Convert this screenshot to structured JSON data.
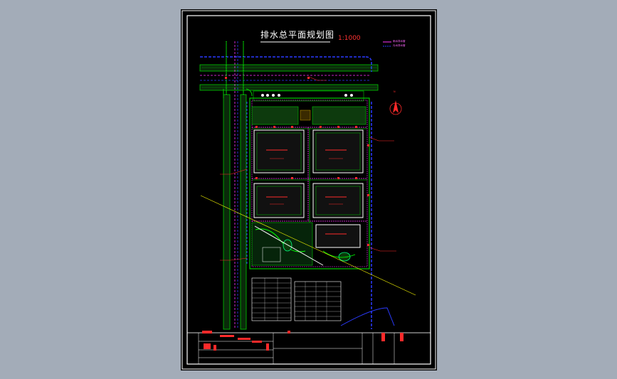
{
  "drawing": {
    "title": "排水总平面规划图",
    "scale": "1:1000",
    "legend": [
      "雨水排水管",
      "污水排水管"
    ],
    "north_label": "N"
  },
  "colors": {
    "background": "#a3acb8",
    "sheet": "#000000",
    "frame": "#ffffff",
    "storm_pipe": "#2b3bff",
    "sewer_pipe": "#ff33ff",
    "greenery": "#00c800",
    "road": "#00ff00",
    "annotation": "#ff2a2a"
  }
}
